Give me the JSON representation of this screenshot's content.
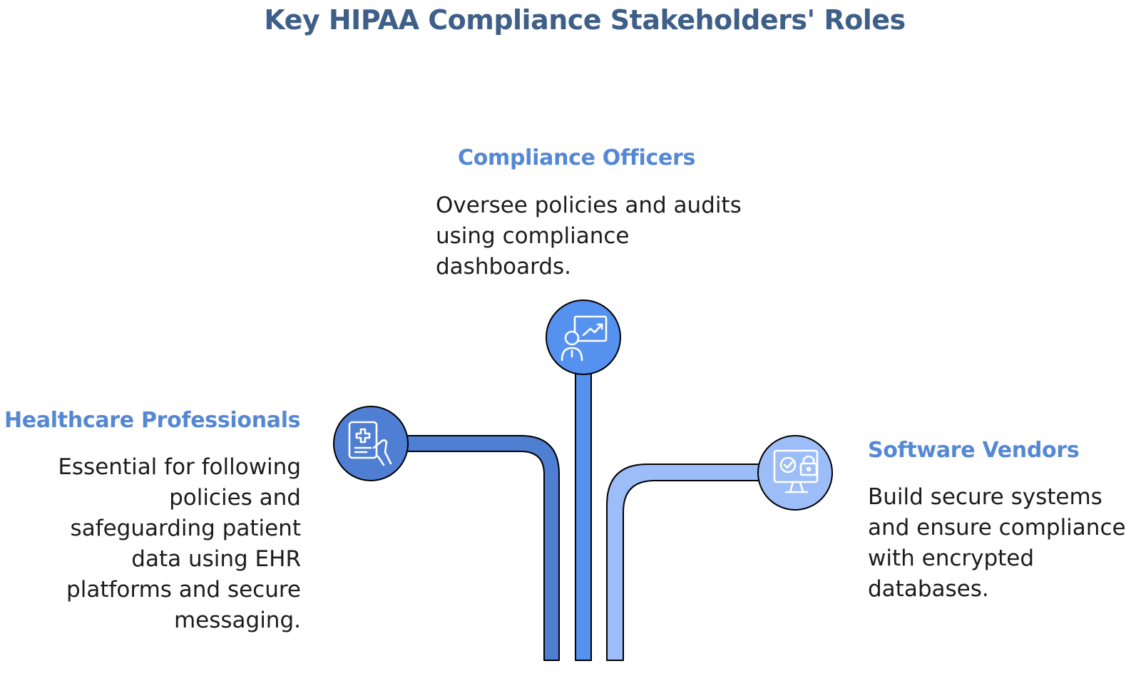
{
  "title": "Key HIPAA Compliance Stakeholders' Roles",
  "colors": {
    "title": "#3e5f88",
    "heading": "#5588d3",
    "healthcare": "#4f7fd3",
    "officers": "#5591ee",
    "vendors": "#9dbdf9"
  },
  "stakeholders": [
    {
      "heading": "Compliance Officers",
      "description": "Oversee policies and audits using compliance dashboards.",
      "icon": "presentation-chart-icon"
    },
    {
      "heading": "Healthcare Professionals",
      "description": "Essential for following policies and safeguarding patient data using EHR platforms and secure messaging.",
      "icon": "medical-tablet-icon"
    },
    {
      "heading": "Software Vendors",
      "description": "Build secure systems and ensure compliance with encrypted databases.",
      "icon": "secure-monitor-icon"
    }
  ]
}
